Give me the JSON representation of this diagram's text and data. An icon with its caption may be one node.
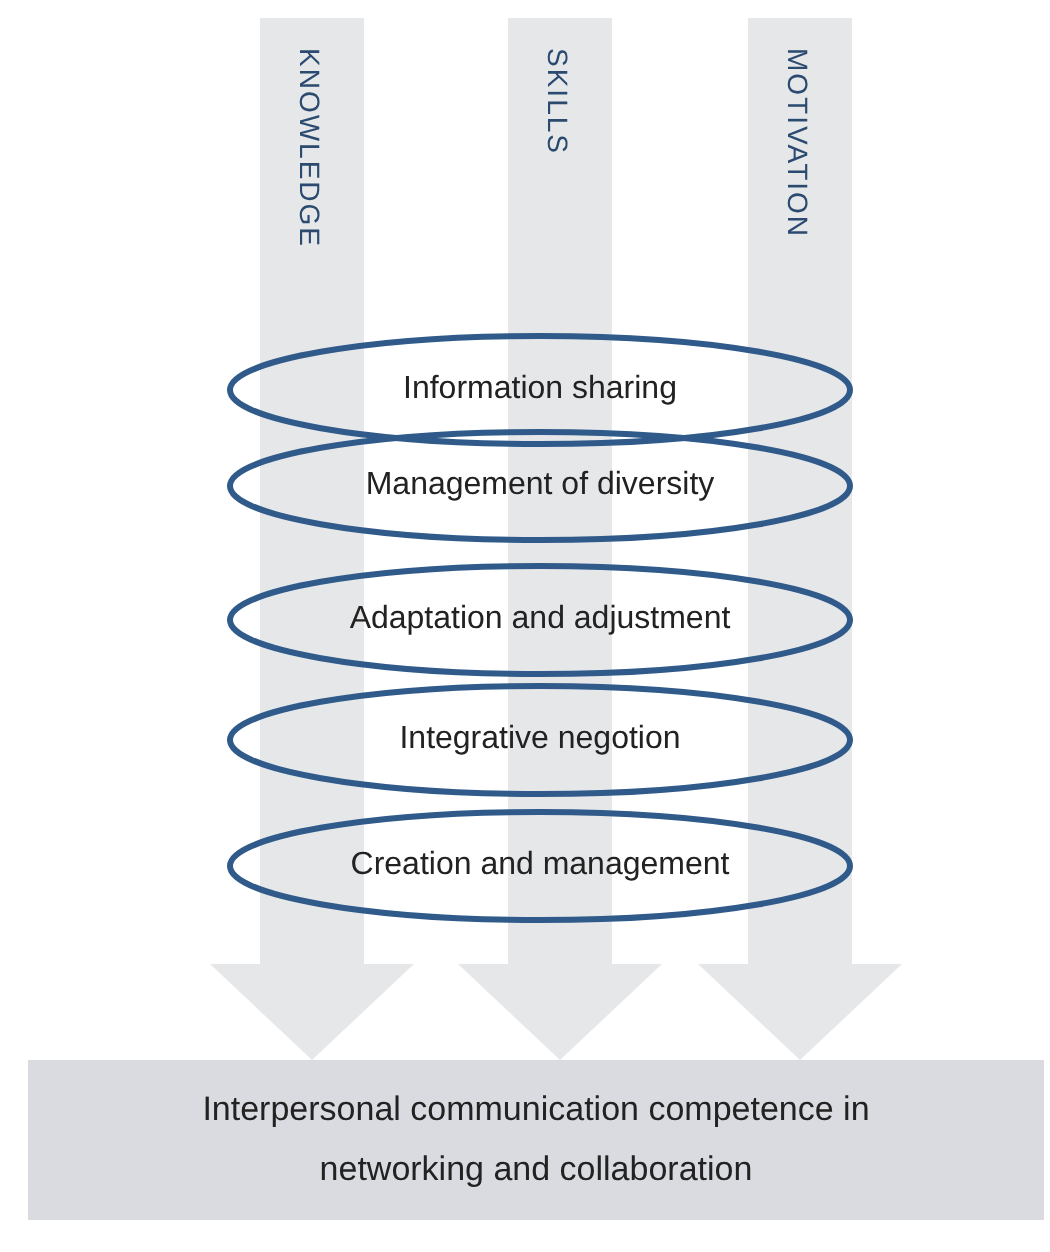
{
  "diagram": {
    "nodes": [
      {
        "text": [
          "Information sharing"
        ]
      },
      {
        "text": [
          "Management of diversity"
        ]
      },
      {
        "text": [
          "Adaptation and adjustment"
        ]
      },
      {
        "text": [
          "Integrative negotion"
        ]
      },
      {
        "text": [
          "Creation and management"
        ]
      },
      {
        "text": [
          "Interpersonal communication competence in networking and collaboration"
        ]
      }
    ],
    "edges": [
      {
        "from": null,
        "to": 5,
        "arrow": "to",
        "label": "KNOWLEDGE"
      },
      {
        "from": null,
        "to": 5,
        "arrow": "to",
        "label": "SKILLS"
      },
      {
        "from": null,
        "to": 5,
        "arrow": "to",
        "label": "MOTIVATION"
      }
    ]
  }
}
